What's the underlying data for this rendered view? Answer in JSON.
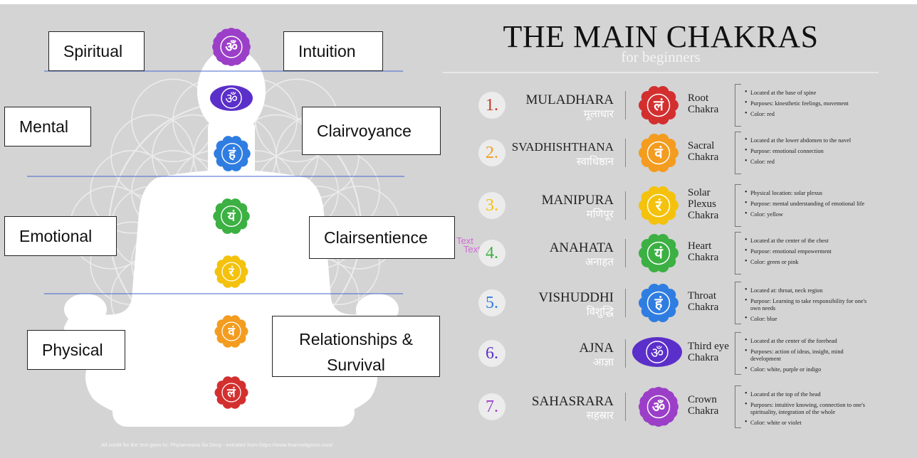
{
  "title": "THE MAIN CHAKRAS",
  "subtitle": "for beginners",
  "labels": {
    "spiritual": "Spiritual",
    "intuition": "Intuition",
    "mental": "Mental",
    "clairvoyance": "Clairvoyance",
    "emotional": "Emotional",
    "clairsentience": "Clairsentience",
    "physical": "Physical",
    "relationships": "Relationships & Survival"
  },
  "placeholder_text_1": "Text",
  "placeholder_text_2": "Text",
  "credit": "All credit for the text goes to: Phylameana lila Desy - extrated from https://www.learnreligions.com/",
  "chakras": [
    {
      "number": "1.",
      "name": "MULADHARA",
      "sanskrit": "मूलाधार",
      "label_line1": "Root",
      "label_line2": "Chakra",
      "label_line3": "",
      "color": "#d32f2f",
      "bija": "लं",
      "bullets": [
        "Located at the base of spine",
        "Purposes: kinesthetic feelings, movement",
        "Color: red"
      ]
    },
    {
      "number": "2.",
      "name": "SVADHISHTHANA",
      "sanskrit": "स्वाधिष्ठान",
      "label_line1": "Sacral",
      "label_line2": "Chakra",
      "label_line3": "",
      "color": "#f39c1f",
      "bija": "वं",
      "bullets": [
        "Located at the lower abdomen to the navel",
        "Purpose: emotional connection",
        "Color: red"
      ]
    },
    {
      "number": "3.",
      "name": "MANIPURA",
      "sanskrit": "मणिपूर",
      "label_line1": "Solar",
      "label_line2": "Plexus",
      "label_line3": "Chakra",
      "color": "#f4c20d",
      "bija": "रं",
      "bullets": [
        "Physical location: solar plexus",
        "Purpose: mental understanding of emotional life",
        "Color: yellow"
      ]
    },
    {
      "number": "4.",
      "name": "ANAHATA",
      "sanskrit": "अनाहत",
      "label_line1": "Heart",
      "label_line2": "Chakra",
      "label_line3": "",
      "color": "#3cb043",
      "bija": "यं",
      "bullets": [
        "Located at the center of the chest",
        "Purpose: emotional empowerment",
        "Color: green or pink"
      ]
    },
    {
      "number": "5.",
      "name": "VISHUDDHI",
      "sanskrit": "विशुद्धि",
      "label_line1": "Throat",
      "label_line2": "Chakra",
      "label_line3": "",
      "color": "#2f7de1",
      "bija": "हं",
      "bullets": [
        "Located at: throat, neck region",
        "Purpose: Learning to take responsibility for one's own needs",
        "Color: blue"
      ]
    },
    {
      "number": "6.",
      "name": "AJNA",
      "sanskrit": "आज्ञा",
      "label_line1": "Third eye",
      "label_line2": "Chakra",
      "label_line3": "",
      "color": "#5b2fc9",
      "bija": "ॐ",
      "bullets": [
        "Located at the center of the forehead",
        "Purposes: action of ideas, insight, mind development",
        "Color: white,  purple or indigo"
      ]
    },
    {
      "number": "7.",
      "name": "SAHASRARA",
      "sanskrit": "सहस्रार",
      "label_line1": "Crown",
      "label_line2": "Chakra",
      "label_line3": "",
      "color": "#9b3fc8",
      "bija": "ॐ",
      "bullets": [
        "Located at the top of the head",
        "Purposes: intuitive knowing, connection to one's spirituality, integration of the whole",
        "Color: white or violet"
      ]
    }
  ]
}
